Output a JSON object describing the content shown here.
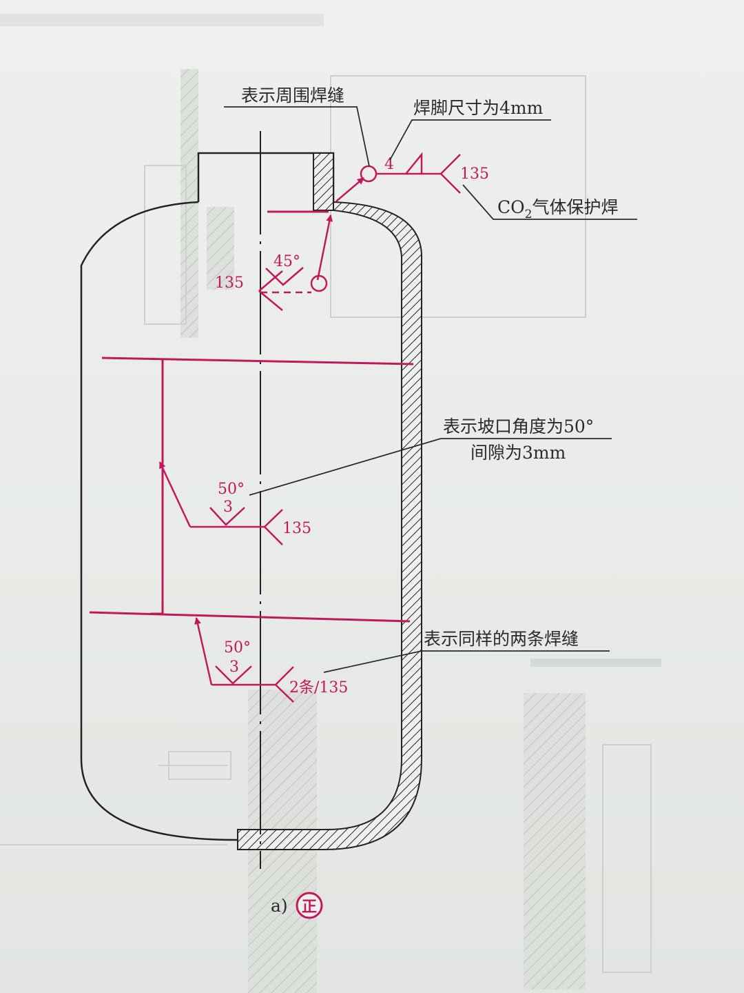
{
  "callouts": {
    "all_around": "表示周围焊缝",
    "leg_size": "焊脚尺寸为4mm",
    "co2_a": "CO",
    "co2_sub": "2",
    "co2_b": "气体保护焊",
    "bevel_angle": "表示坡口角度为50°",
    "gap": "间隙为3mm",
    "two_welds": "表示同样的两条焊缝"
  },
  "welds": {
    "top": {
      "size": "4",
      "process": "135"
    },
    "nozzle": {
      "angle": "45°",
      "process": "135"
    },
    "middle": {
      "angle": "50°",
      "gap": "3",
      "process": "135"
    },
    "bottom": {
      "angle": "50°",
      "gap": "3",
      "process": "2条/135"
    }
  },
  "caption": {
    "label": "a)",
    "badge": "正"
  },
  "colors": {
    "weld": "#c2185b",
    "ink": "#2a2a2a",
    "paper": "#eef0ee"
  }
}
